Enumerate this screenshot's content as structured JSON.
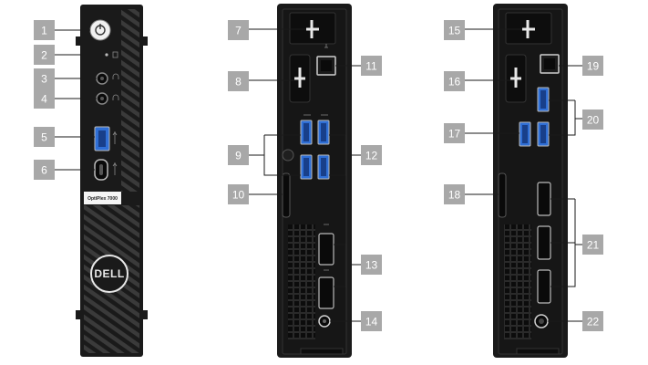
{
  "front": {
    "model_label": "OptiPlex 7000",
    "brand_logo": "DELL"
  },
  "callouts": [
    {
      "number": "1",
      "component": "power-button-icon"
    },
    {
      "number": "2",
      "component": "drive-activity-light-icon"
    },
    {
      "number": "3",
      "component": "headset-jack-icon"
    },
    {
      "number": "4",
      "component": "headphone-jack-icon"
    },
    {
      "number": "5",
      "component": "usb-a-port-icon"
    },
    {
      "number": "6",
      "component": "usb-c-port-icon"
    },
    {
      "number": "7",
      "component": "antenna-connector-icon"
    },
    {
      "number": "8",
      "component": "option-port-icon"
    },
    {
      "number": "9",
      "component": "usb-a-port-icon"
    },
    {
      "number": "10",
      "component": "lock-slot-icon"
    },
    {
      "number": "11",
      "component": "ethernet-port-icon"
    },
    {
      "number": "12",
      "component": "usb-a-port-icon"
    },
    {
      "number": "13",
      "component": "displayport-icon"
    },
    {
      "number": "14",
      "component": "power-connector-icon"
    },
    {
      "number": "15",
      "component": "antenna-connector-icon"
    },
    {
      "number": "16",
      "component": "option-port-icon"
    },
    {
      "number": "17",
      "component": "usb-a-port-icon"
    },
    {
      "number": "18",
      "component": "lock-slot-icon"
    },
    {
      "number": "19",
      "component": "ethernet-port-icon"
    },
    {
      "number": "20",
      "component": "usb-a-port-icon"
    },
    {
      "number": "21",
      "component": "displayport-icon"
    },
    {
      "number": "22",
      "component": "power-connector-icon"
    }
  ],
  "colors": {
    "chassis": "#1a1a1a",
    "callout_box": "#a8a8a8",
    "usb_blue": "#2f6fd6"
  }
}
